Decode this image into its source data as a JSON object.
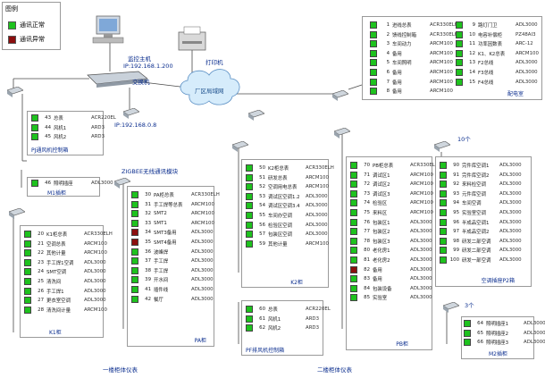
{
  "colors": {
    "normal": "#1ec21e",
    "error": "#8b0e0e",
    "wire": "#4a4a4a",
    "title": "#0a2d8e"
  },
  "legend": {
    "title": "图例",
    "normal": "通讯正常",
    "error": "通讯异常"
  },
  "labels": {
    "host": "监控主机",
    "host_ip": "IP:192.168.1.200",
    "printer": "打印机",
    "switch": "交换机",
    "lan": "厂区局域网",
    "ip2": "IP:192.168.0.8",
    "zigbee": "ZIGBEE无线通讯模块",
    "floor1": "一楼柜体仪表",
    "floor2": "二楼柜体仪表",
    "count10": "10个",
    "count3": "3个"
  },
  "panels": {
    "pd_room": {
      "title": "配电室",
      "left": [
        {
          "no": "1",
          "name": "进线总表",
          "model": "ACR330ELH",
          "s": "normal"
        },
        {
          "no": "2",
          "name": "馈线控制箱",
          "model": "ACR330ELH",
          "s": "normal"
        },
        {
          "no": "3",
          "name": "车间动力",
          "model": "ARCM100",
          "s": "normal"
        },
        {
          "no": "4",
          "name": "备用",
          "model": "ARCM100",
          "s": "normal"
        },
        {
          "no": "5",
          "name": "车间照明",
          "model": "ARCM100",
          "s": "normal"
        },
        {
          "no": "6",
          "name": "备用",
          "model": "ARCM100",
          "s": "normal"
        },
        {
          "no": "7",
          "name": "备用",
          "model": "ARCM100",
          "s": "normal"
        },
        {
          "no": "8",
          "name": "备用",
          "model": "ARCM100",
          "s": "normal"
        }
      ],
      "right": [
        {
          "no": "9",
          "name": "路灯门卫",
          "model": "ADL3000",
          "s": "normal"
        },
        {
          "no": "10",
          "name": "电容补偿柜",
          "model": "PZ48AI3",
          "s": "normal"
        },
        {
          "no": "11",
          "name": "功率因数表",
          "model": "ARC-12",
          "s": "normal"
        },
        {
          "no": "12",
          "name": "K1、K2总表",
          "model": "ARCM100",
          "s": "normal"
        },
        {
          "no": "13",
          "name": "F2总线",
          "model": "ADL3000",
          "s": "normal"
        },
        {
          "no": "14",
          "name": "F3总线",
          "model": "ADL3000",
          "s": "normal"
        },
        {
          "no": "15",
          "name": "F4总线",
          "model": "ADL3000",
          "s": "normal"
        }
      ]
    },
    "pj": {
      "title": "PJ通风机控制箱",
      "items": [
        {
          "no": "43",
          "name": "总表",
          "model": "ACR220EL",
          "s": "normal"
        },
        {
          "no": "44",
          "name": "风机1",
          "model": "ARD3",
          "s": "normal"
        },
        {
          "no": "45",
          "name": "风机2",
          "model": "ARD3",
          "s": "normal"
        }
      ]
    },
    "m1": {
      "title": "M1插柜",
      "items": [
        {
          "no": "46",
          "name": "照明插座",
          "model": "ADL3000",
          "s": "normal"
        }
      ]
    },
    "k1": {
      "title": "K1柜",
      "items": [
        {
          "no": "20",
          "name": "K1柜总表",
          "model": "ACR330ELH",
          "s": "normal"
        },
        {
          "no": "21",
          "name": "空调总表",
          "model": "ARCM100",
          "s": "normal"
        },
        {
          "no": "22",
          "name": "其他计量",
          "model": "ARCM100",
          "s": "normal"
        },
        {
          "no": "23",
          "name": "手工焊1空调",
          "model": "ADL3000",
          "s": "normal"
        },
        {
          "no": "24",
          "name": "SMT空调",
          "model": "ADL3000",
          "s": "normal"
        },
        {
          "no": "25",
          "name": "清洗间",
          "model": "ADL3000",
          "s": "normal"
        },
        {
          "no": "26",
          "name": "手工焊1",
          "model": "ADL3000",
          "s": "normal"
        },
        {
          "no": "27",
          "name": "更衣室空调",
          "model": "ADL3000",
          "s": "normal"
        },
        {
          "no": "28",
          "name": "清洗间计量",
          "model": "ARCM100",
          "s": "normal"
        }
      ]
    },
    "pa": {
      "title": "PA柜",
      "items": [
        {
          "no": "30",
          "name": "PA柜总表",
          "model": "ACR330ELH",
          "s": "normal"
        },
        {
          "no": "31",
          "name": "手工焊等总表",
          "model": "ARCM100",
          "s": "normal"
        },
        {
          "no": "32",
          "name": "SMT2",
          "model": "ARCM100",
          "s": "normal"
        },
        {
          "no": "33",
          "name": "SMT1",
          "model": "ARCM100",
          "s": "normal"
        },
        {
          "no": "34",
          "name": "SMT3备用",
          "model": "ADL3000",
          "s": "error"
        },
        {
          "no": "35",
          "name": "SMT4备用",
          "model": "ADL3000",
          "s": "error"
        },
        {
          "no": "36",
          "name": "波峰焊",
          "model": "ADL3000",
          "s": "normal"
        },
        {
          "no": "37",
          "name": "手工焊",
          "model": "ADL3000",
          "s": "normal"
        },
        {
          "no": "38",
          "name": "手工焊",
          "model": "ADL3000",
          "s": "normal"
        },
        {
          "no": "39",
          "name": "开水间",
          "model": "ADL3000",
          "s": "normal"
        },
        {
          "no": "41",
          "name": "插件线",
          "model": "ADL3000",
          "s": "normal"
        },
        {
          "no": "42",
          "name": "餐厅",
          "model": "ADL3000",
          "s": "normal"
        }
      ]
    },
    "k2": {
      "title": "K2柜",
      "items": [
        {
          "no": "50",
          "name": "K2柜总表",
          "model": "ACR330ELH",
          "s": "normal"
        },
        {
          "no": "51",
          "name": "研发总表",
          "model": "ARCM100",
          "s": "normal"
        },
        {
          "no": "52",
          "name": "空调用电总表",
          "model": "ARCM100",
          "s": "normal"
        },
        {
          "no": "53",
          "name": "调试区空调1.2",
          "model": "ADL3000",
          "s": "normal"
        },
        {
          "no": "54",
          "name": "调试区空调3.4",
          "model": "ADL3000",
          "s": "normal"
        },
        {
          "no": "55",
          "name": "车间办空调",
          "model": "ADL3000",
          "s": "normal"
        },
        {
          "no": "56",
          "name": "检验区空调",
          "model": "ADL3000",
          "s": "normal"
        },
        {
          "no": "57",
          "name": "包装区空调",
          "model": "ADL3000",
          "s": "normal"
        },
        {
          "no": "59",
          "name": "其他计量",
          "model": "ARCM100",
          "s": "normal"
        }
      ]
    },
    "pf": {
      "title": "PF排风机控制箱",
      "items": [
        {
          "no": "60",
          "name": "总表",
          "model": "ACR220EL",
          "s": "normal"
        },
        {
          "no": "61",
          "name": "风机1",
          "model": "ARD3",
          "s": "normal"
        },
        {
          "no": "62",
          "name": "风机2",
          "model": "ARD3",
          "s": "normal"
        }
      ]
    },
    "pb": {
      "title": "PB柜",
      "items": [
        {
          "no": "70",
          "name": "PB柜总表",
          "model": "ACR330ELH",
          "s": "normal"
        },
        {
          "no": "71",
          "name": "调试区1",
          "model": "ARCM100",
          "s": "normal"
        },
        {
          "no": "72",
          "name": "调试区2",
          "model": "ARCM100",
          "s": "normal"
        },
        {
          "no": "73",
          "name": "调试区3",
          "model": "ARCM100",
          "s": "normal"
        },
        {
          "no": "74",
          "name": "检验区",
          "model": "ARCM100",
          "s": "normal"
        },
        {
          "no": "75",
          "name": "来料区",
          "model": "ARCM100",
          "s": "normal"
        },
        {
          "no": "76",
          "name": "包装区1",
          "model": "ADL3000",
          "s": "normal"
        },
        {
          "no": "77",
          "name": "包装区2",
          "model": "ADL3000",
          "s": "normal"
        },
        {
          "no": "78",
          "name": "包装区3",
          "model": "ADL3000",
          "s": "normal"
        },
        {
          "no": "80",
          "name": "老化房1",
          "model": "ADL3000",
          "s": "normal"
        },
        {
          "no": "81",
          "name": "老化房2",
          "model": "ADL3000",
          "s": "normal"
        },
        {
          "no": "82",
          "name": "备用",
          "model": "ADL3000",
          "s": "error"
        },
        {
          "no": "83",
          "name": "备用",
          "model": "ADL3000",
          "s": "normal"
        },
        {
          "no": "84",
          "name": "包装设备",
          "model": "ADL3000",
          "s": "normal"
        },
        {
          "no": "85",
          "name": "实验室",
          "model": "ADL3000",
          "s": "normal"
        }
      ]
    },
    "p2": {
      "title": "空调插座P2箱",
      "items": [
        {
          "no": "90",
          "name": "完件库空调1",
          "model": "ADL3000",
          "s": "normal"
        },
        {
          "no": "91",
          "name": "完件库空调2",
          "model": "ADL3000",
          "s": "normal"
        },
        {
          "no": "92",
          "name": "来料检空调",
          "model": "ADL3000",
          "s": "normal"
        },
        {
          "no": "93",
          "name": "元件库空调",
          "model": "ADL3000",
          "s": "normal"
        },
        {
          "no": "94",
          "name": "车间空调",
          "model": "ADL3000",
          "s": "normal"
        },
        {
          "no": "95",
          "name": "实验室空调",
          "model": "ADL3000",
          "s": "normal"
        },
        {
          "no": "96",
          "name": "半成品空调1",
          "model": "ADL3000",
          "s": "normal"
        },
        {
          "no": "97",
          "name": "半成品空调2",
          "model": "ADL3000",
          "s": "normal"
        },
        {
          "no": "98",
          "name": "研发二部空调",
          "model": "ADL3000",
          "s": "normal"
        },
        {
          "no": "99",
          "name": "研发二部空调",
          "model": "ADL3000",
          "s": "normal"
        },
        {
          "no": "100",
          "name": "研发一部空调",
          "model": "ADL3000",
          "s": "normal"
        }
      ]
    },
    "m2": {
      "title": "M2插柜",
      "items": [
        {
          "no": "64",
          "name": "照明插座1",
          "model": "ADL3000",
          "s": "normal"
        },
        {
          "no": "65",
          "name": "照明插座2",
          "model": "ADL3000",
          "s": "normal"
        },
        {
          "no": "66",
          "name": "照明插座3",
          "model": "ADL3000",
          "s": "normal"
        }
      ]
    }
  }
}
